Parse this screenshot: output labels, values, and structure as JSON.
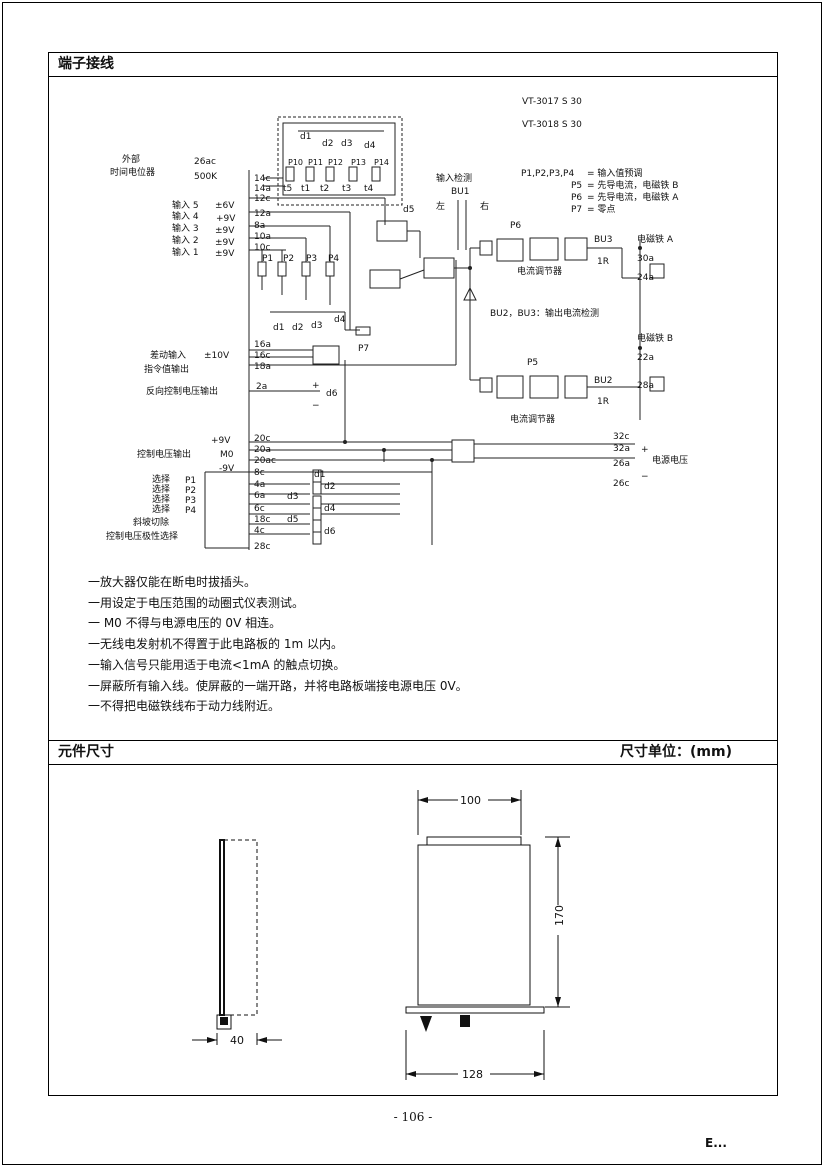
{
  "sections": {
    "wiring_title": "端子接线",
    "dims_title": "元件尺寸",
    "dims_unit": "尺寸单位：(mm)"
  },
  "diagram": {
    "models": [
      "VT-3017 S 30",
      "VT-3018 S 30"
    ],
    "external_pot": [
      "外部",
      "时间电位器"
    ],
    "pot_values": [
      "26ac",
      "500K"
    ],
    "terminals": [
      "14c",
      "14a",
      "12c",
      "12a",
      "8a",
      "10a",
      "10c",
      "16a",
      "16c",
      "18a",
      "2a",
      "20c",
      "20a",
      "20ac",
      "8c",
      "4a",
      "6a",
      "6c",
      "18c",
      "4c",
      "28c",
      "30a",
      "24a",
      "22a",
      "28a",
      "32c",
      "32a",
      "26a",
      "26c"
    ],
    "inputs": [
      "输入 5",
      "输入 4",
      "输入 3",
      "输入 2",
      "输入 1"
    ],
    "input_voltages": [
      "±6V",
      "+9V",
      "±9V",
      "±9V",
      "±9V"
    ],
    "pots": [
      "P1",
      "P2",
      "P3",
      "P4"
    ],
    "ramp_pots": [
      "P10",
      "P11",
      "P12",
      "P13",
      "P14"
    ],
    "ramp_times": [
      "t5",
      "t1",
      "t2",
      "t3",
      "t4"
    ],
    "contacts": [
      "d1",
      "d2",
      "d3",
      "d4",
      "d5",
      "d6"
    ],
    "legend": [
      {
        "key": "P1,P2,P3,P4",
        "text": "= 输入值预调"
      },
      {
        "key": "P5",
        "text": "= 先导电流，电磁铁 B"
      },
      {
        "key": "P6",
        "text": "= 先导电流，电磁铁 A"
      },
      {
        "key": "P7",
        "text": "= 零点"
      }
    ],
    "input_detect": "输入检测",
    "bu1": "BU1",
    "left": "左",
    "right": "右",
    "bu2_bu3": "BU2，BU3：输出电流检测",
    "current_reg": "电流调节器",
    "solenoid_a": "电磁铁 A",
    "solenoid_b": "电磁铁 B",
    "p5": "P5",
    "p6": "P6",
    "p7": "P7",
    "bu2": "BU2",
    "bu3": "BU3",
    "r1": "1R",
    "diff_input": "差动输入",
    "diff_v": "±10V",
    "cmd_out": "指令值输出",
    "rev_ctrl": "反向控制电压输出",
    "ctrl_out": "控制电压输出",
    "v9": "+9V",
    "m0": "M0",
    "vneg9": "-9V",
    "power": "电源电压",
    "plus": "+",
    "minus": "−",
    "select": "选择",
    "ramp_cut": "斜坡切除",
    "polarity": "控制电压极性选择",
    "sel_p": [
      "P1",
      "P2",
      "P3",
      "P4"
    ]
  },
  "notes": [
    "一放大器仅能在断电时拔插头。",
    "一用设定于电压范围的动圈式仪表测试。",
    "一 M0 不得与电源电压的 0V 相连。",
    "一无线电发射机不得置于此电路板的 1m 以内。",
    "一输入信号只能用适于电流<1mA 的触点切换。",
    "一屏蔽所有输入线。使屏蔽的一端开路，并将电路板端接电源电压 0V。",
    "一不得把电磁铁线布于动力线附近。"
  ],
  "dimensions": {
    "width_top": "100",
    "height": "170",
    "width_bottom": "128",
    "depth": "40"
  },
  "page_number": "- 106 -",
  "corner_mark": "E..."
}
